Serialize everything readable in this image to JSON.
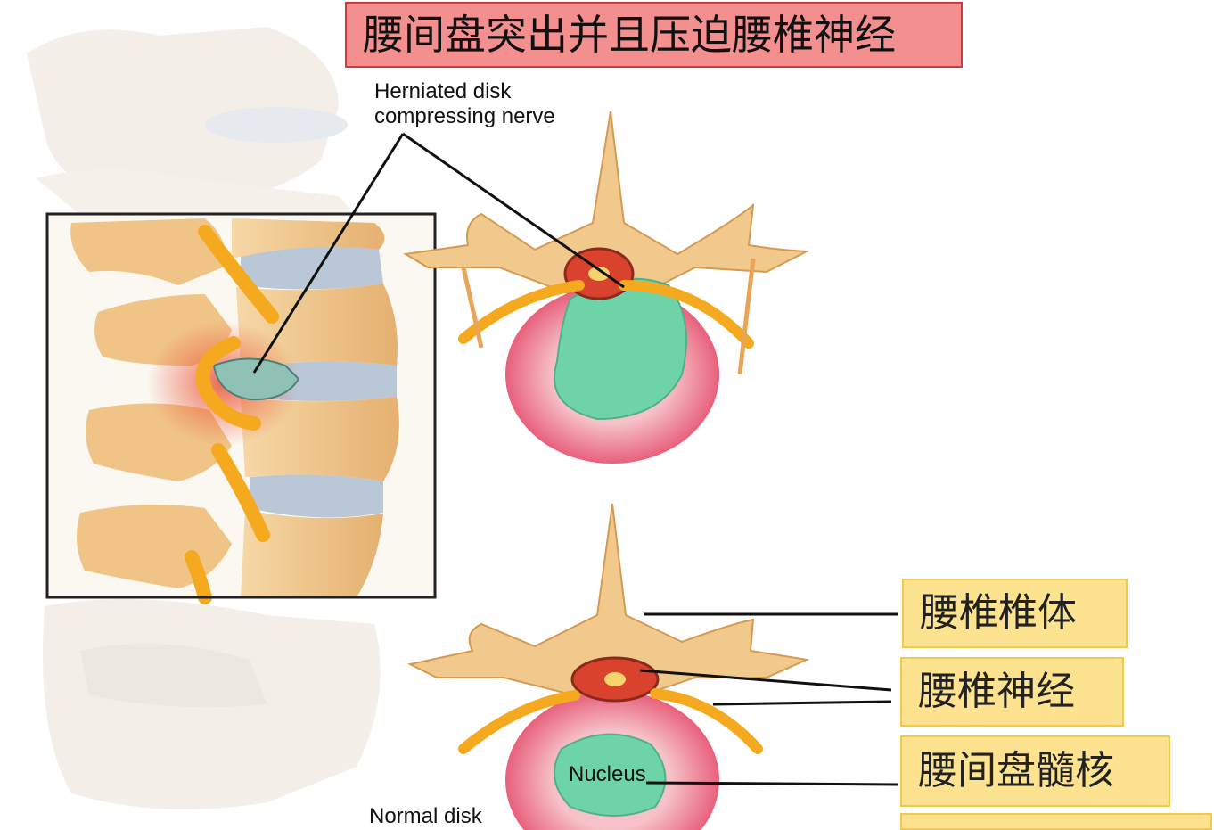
{
  "title": "腰间盘突出并且压迫腰椎神经",
  "callouts": {
    "herniated_line1": "Herniated disk",
    "herniated_line2": "compressing nerve",
    "normal": "Normal disk",
    "nucleus": "Nucleus"
  },
  "labels": {
    "vertebral_body": "腰椎椎体",
    "lumbar_nerve": "腰椎神经",
    "nucleus_pulposus": "腰间盘髓核",
    "partial": ""
  },
  "colors": {
    "title_bg": "#f38f8f",
    "label_bg": "#fde28f",
    "bone": "#f1c98c",
    "disk_ring": "#e96b86",
    "nucleus": "#6fd3a8",
    "nerve": "#f6b23a"
  }
}
